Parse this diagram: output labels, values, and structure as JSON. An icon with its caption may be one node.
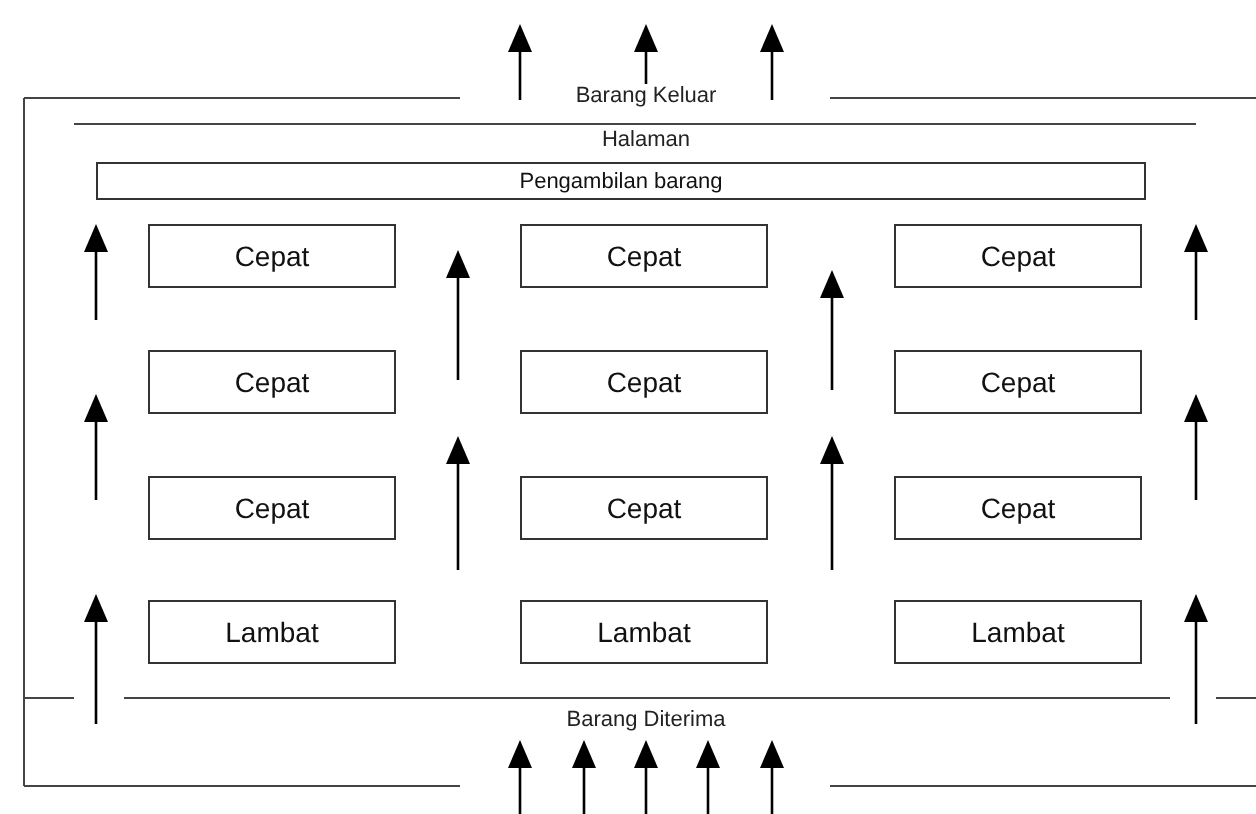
{
  "diagram": {
    "nodes": [
      {
        "text": [
          "Pengambilan barang"
        ]
      },
      {
        "text": [
          "Cepat"
        ]
      },
      {
        "text": [
          "Cepat"
        ]
      },
      {
        "text": [
          "Cepat"
        ]
      },
      {
        "text": [
          "Cepat"
        ]
      },
      {
        "text": [
          "Cepat"
        ]
      },
      {
        "text": [
          "Cepat"
        ]
      },
      {
        "text": [
          "Cepat"
        ]
      },
      {
        "text": [
          "Cepat"
        ]
      },
      {
        "text": [
          "Cepat"
        ]
      },
      {
        "text": [
          "Lambat"
        ]
      },
      {
        "text": [
          "Lambat"
        ]
      },
      {
        "text": [
          "Lambat"
        ]
      }
    ],
    "labels": [
      "Barang Keluar",
      "Halaman",
      "Barang Diterima"
    ]
  }
}
